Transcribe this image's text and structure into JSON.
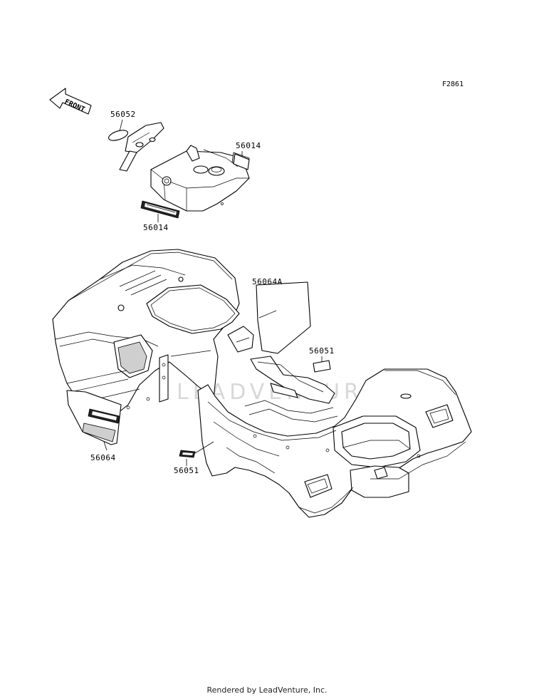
{
  "diagram": {
    "figure_id": "F2861",
    "front_arrow_label": "FRONT",
    "watermark": "LEADVENTURE",
    "footer": "Rendered by LeadVenture, Inc."
  },
  "callouts": {
    "c56052": "56052",
    "c56014_top": "56014",
    "c56014_mid": "56014",
    "c56064A": "56064A",
    "c56051_right": "56051",
    "c56064": "56064",
    "c56051_bottom": "56051"
  }
}
